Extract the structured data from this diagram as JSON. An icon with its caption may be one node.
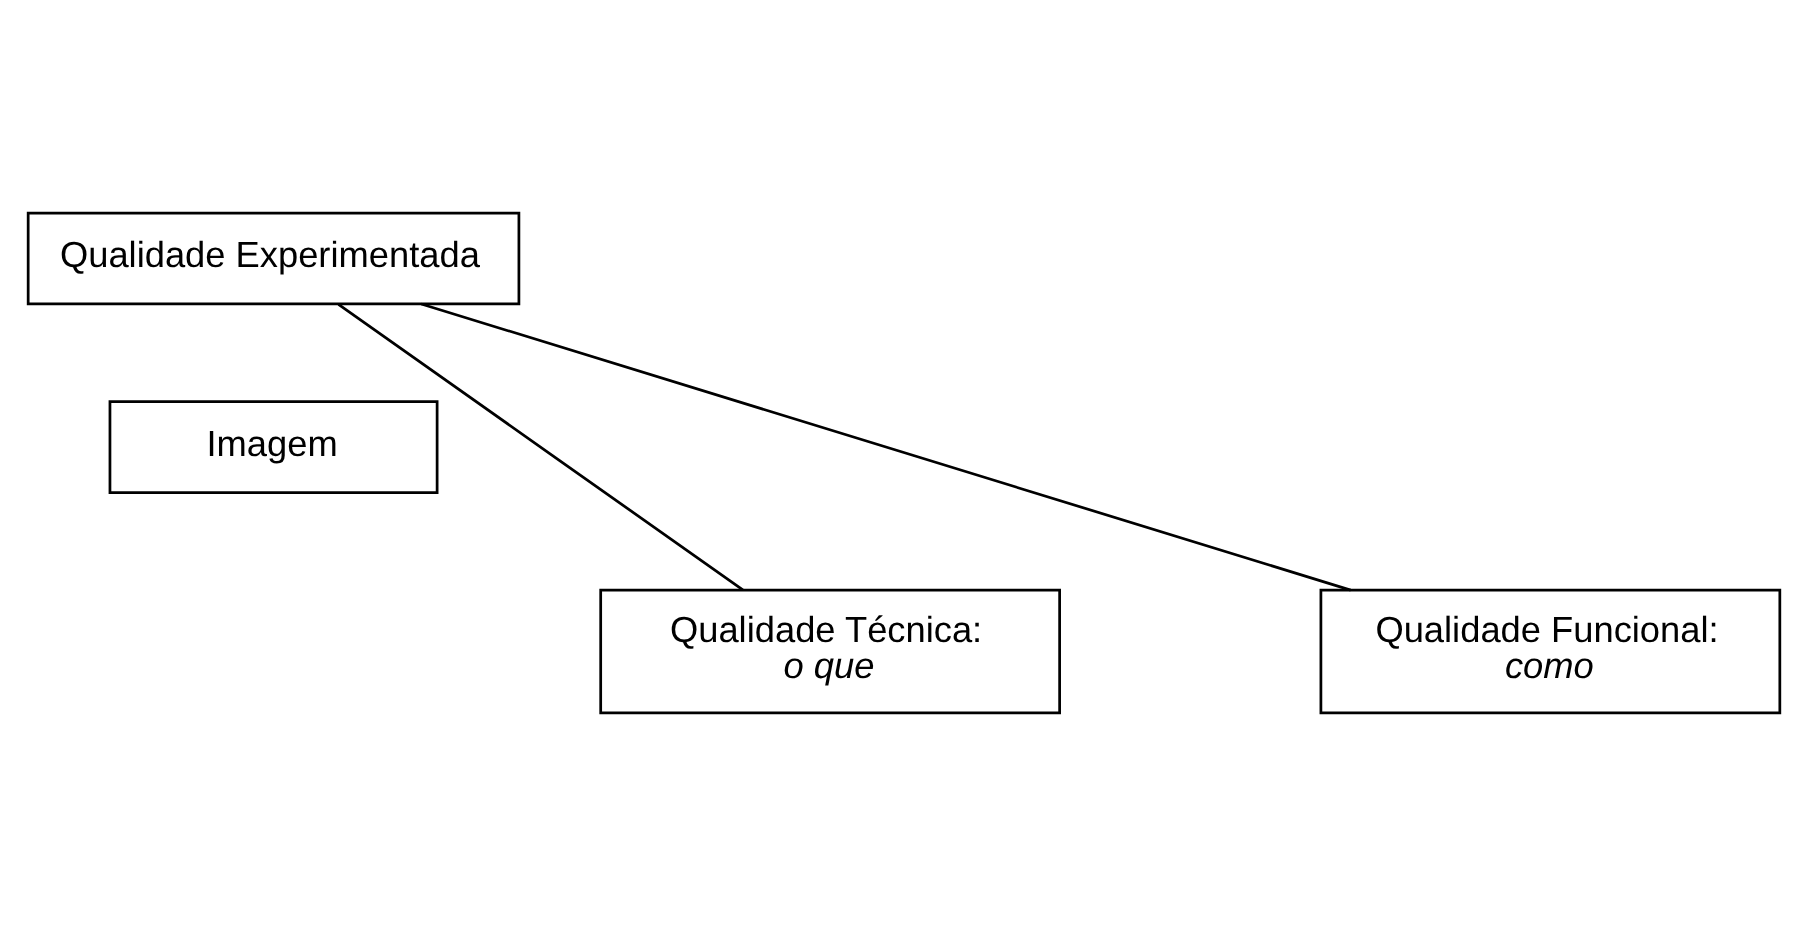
{
  "diagram": {
    "nodes": [
      {
        "text": [
          "Qualidade Experimentada"
        ]
      },
      {
        "text": [
          "Imagem"
        ]
      },
      {
        "text": [
          "Qualidade Técnica:",
          "o que"
        ]
      },
      {
        "text": [
          "Qualidade Funcional:",
          "como"
        ]
      }
    ],
    "edges": [
      {
        "from": 0,
        "to": 2,
        "arrow": "none"
      },
      {
        "from": 0,
        "to": 3,
        "arrow": "none"
      }
    ]
  }
}
